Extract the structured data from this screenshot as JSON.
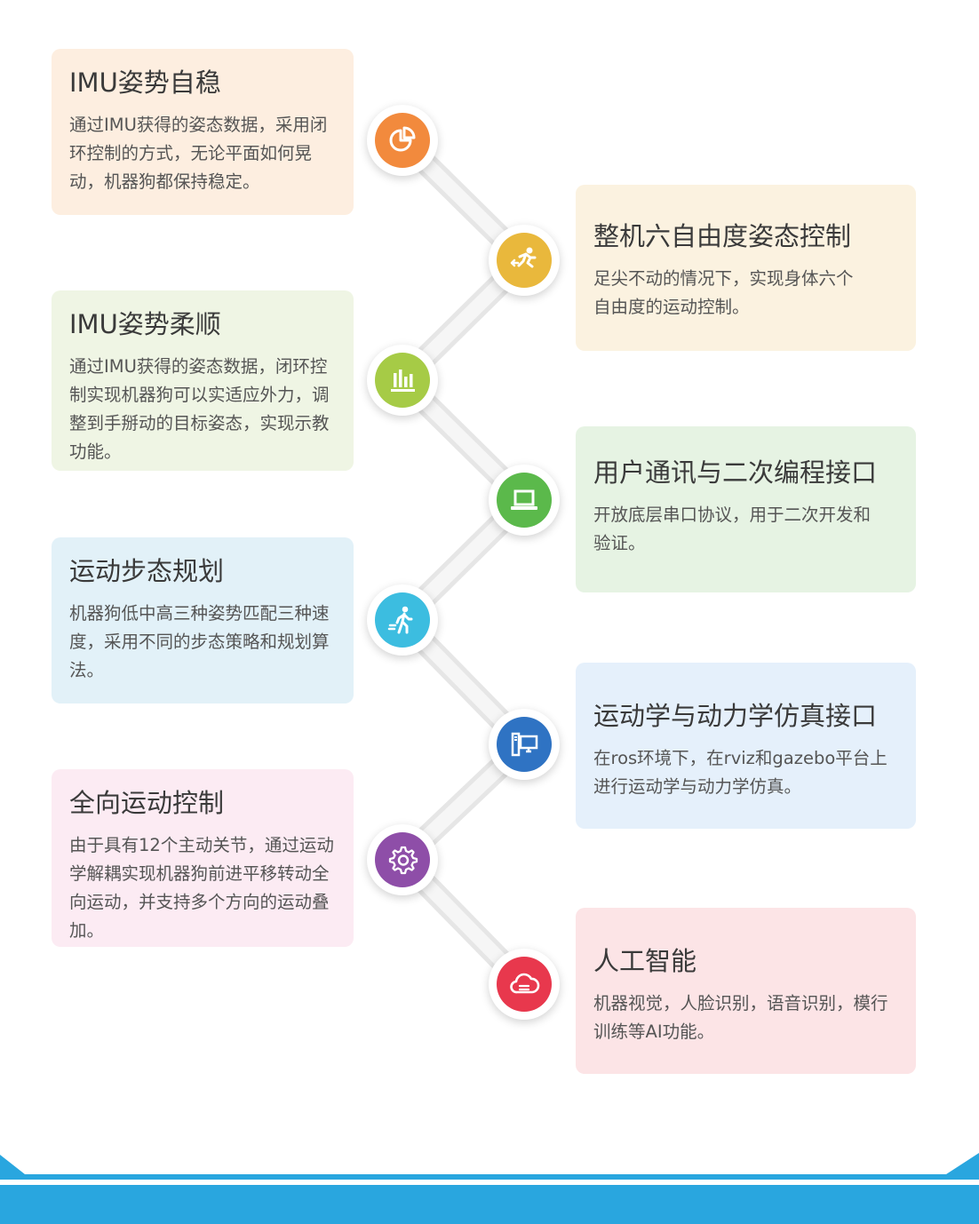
{
  "cards": [
    {
      "title": "IMU姿势自稳",
      "desc": "通过IMU获得的姿态数据，采用闭环控制的方式，无论平面如何晃动，机器狗都保持稳定。",
      "bg": "#fdeee0"
    },
    {
      "title": "整机六自由度姿态控制",
      "desc": "足尖不动的情况下，实现身体六个自由度的运动控制。",
      "bg": "#fbf2e0"
    },
    {
      "title": "IMU姿势柔顺",
      "desc": "通过IMU获得的姿态数据，闭环控制实现机器狗可以实适应外力，调整到手掰动的目标姿态，实现示教功能。",
      "bg": "#eff5e4"
    },
    {
      "title": "用户通讯与二次编程接口",
      "desc": "开放底层串口协议，用于二次开发和验证。",
      "bg": "#e6f3e3"
    },
    {
      "title": "运动步态规划",
      "desc": "机器狗低中高三种姿势匹配三种速度，采用不同的步态策略和规划算法。",
      "bg": "#e2f1f8"
    },
    {
      "title": "运动学与动力学仿真接口",
      "desc": "在ros环境下，在rviz和gazebo平台上进行运动学与动力学仿真。",
      "bg": "#e5f0fb"
    },
    {
      "title": "全向运动控制",
      "desc": "由于具有12个主动关节，通过运动学解耦实现机器狗前进平移转动全向运动，并支持多个方向的运动叠加。",
      "bg": "#fcebf3"
    },
    {
      "title": "人工智能",
      "desc": "机器视觉，人脸识别，语音识别，模行训练等AI功能。",
      "bg": "#fce4e6"
    }
  ],
  "nodes": [
    {
      "icon": "pie-chart-icon",
      "color": "#f28a3d"
    },
    {
      "icon": "running-man-icon",
      "color": "#e9b83c"
    },
    {
      "icon": "bar-chart-icon",
      "color": "#a6cb46"
    },
    {
      "icon": "laptop-icon",
      "color": "#5bb94b"
    },
    {
      "icon": "walking-person-icon",
      "color": "#3cbde0"
    },
    {
      "icon": "computer-monitor-icon",
      "color": "#2f73c3"
    },
    {
      "icon": "gear-icon",
      "color": "#8e4ea8"
    },
    {
      "icon": "cloud-icon",
      "color": "#e8384d"
    }
  ],
  "footer": {
    "color": "#29a6df"
  }
}
